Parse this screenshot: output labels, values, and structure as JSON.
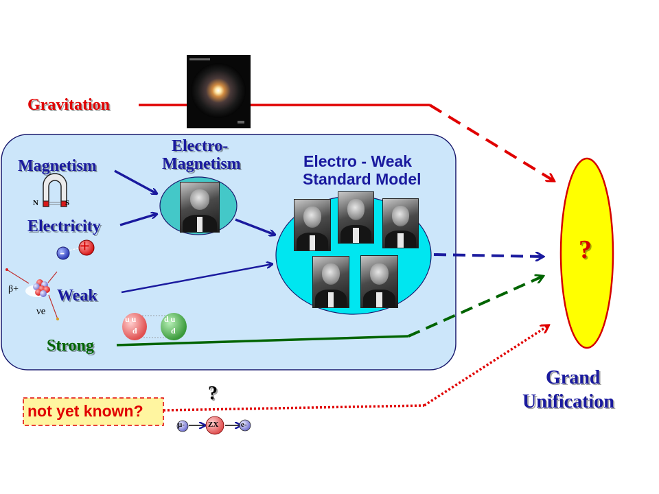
{
  "labels": {
    "gravitation": "Gravitation",
    "magnetism": "Magnetism",
    "electricity": "Electricity",
    "weak": "Weak",
    "strong": "Strong",
    "electromagnetism_line1": "Electro-",
    "electromagnetism_line2": "Magnetism",
    "electroweak_line1": "Electro - Weak",
    "electroweak_line2": "Standard Model",
    "grand_line1": "Grand",
    "grand_line2": "Unification",
    "question_ellipse": "?",
    "question_small": "?",
    "not_yet_known": "not yet known?"
  },
  "magnet": {
    "north": "N",
    "south": "S"
  },
  "charges": {
    "minus": "-",
    "plus": "+"
  },
  "beta": {
    "beta_plus": "β+",
    "nu_e": "νe"
  },
  "quarks": {
    "proton": {
      "top": "u  u",
      "bottom": "d"
    },
    "neutron": {
      "top": "d  u",
      "bottom": "d"
    }
  },
  "decay": {
    "mu": "μ-",
    "x": "ZX",
    "e": "e-"
  },
  "colors": {
    "gravitation": "#e00000",
    "em_arrows": "#1a1a9e",
    "strong": "#006400",
    "unknown": "#e00000",
    "panel": "#cce6fa",
    "ellipse_em": "#44c8c8",
    "ellipse_ew": "#00e6f0",
    "grand": "#ffff00"
  },
  "icons": [
    "horseshoe-magnet-icon",
    "atom-nucleus-icon",
    "galaxy-image",
    "portrait-photo"
  ]
}
